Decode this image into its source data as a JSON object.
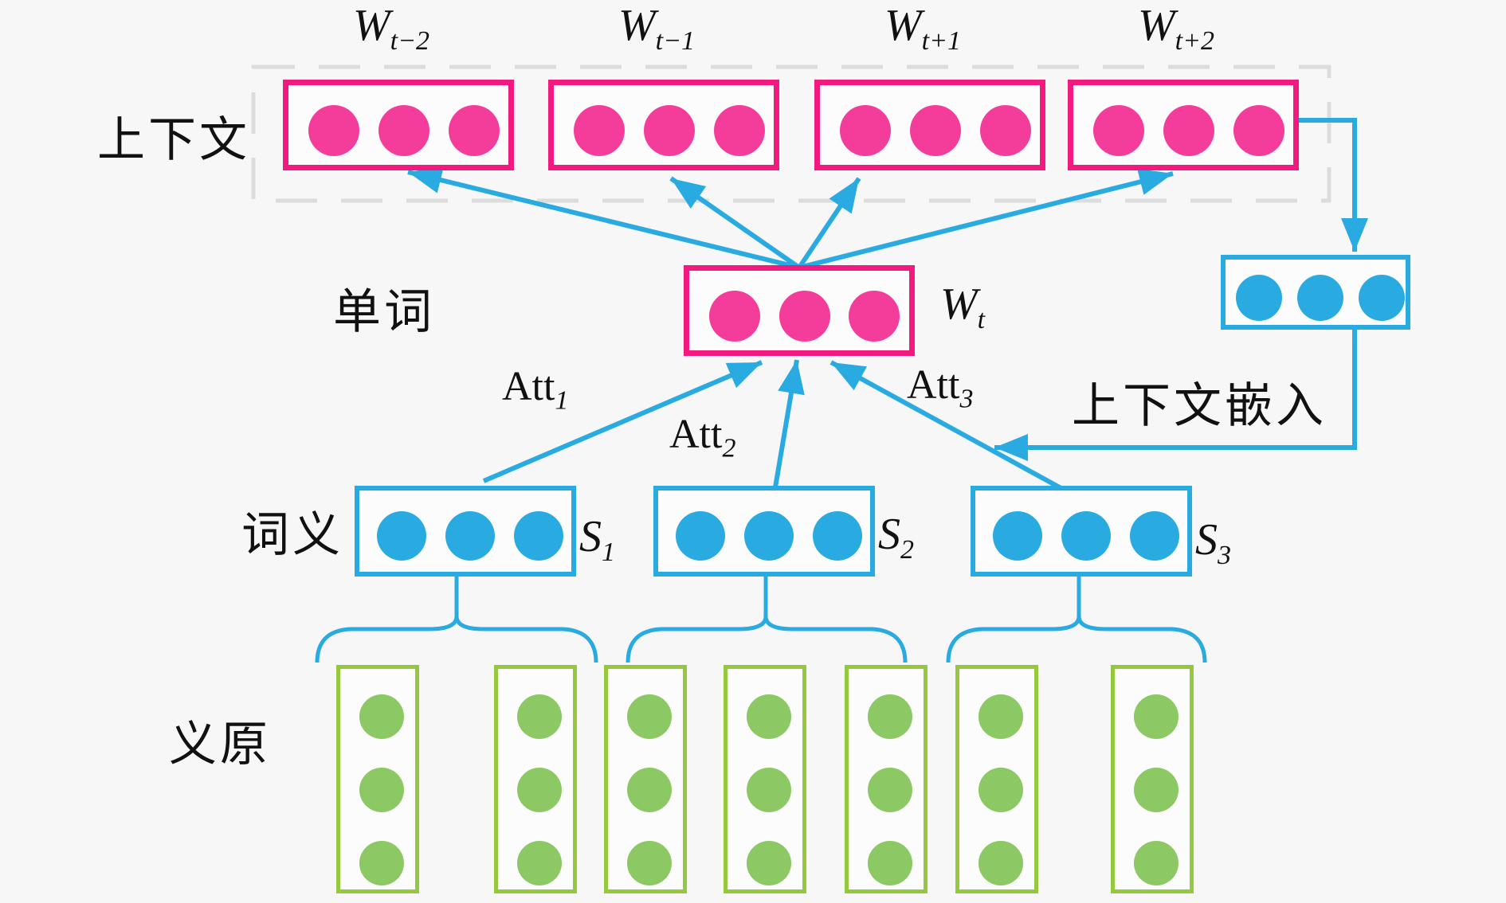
{
  "row_labels": {
    "context": "上下文",
    "word": "单词",
    "sense": "词义",
    "sememe": "义原"
  },
  "context_embedding_label": "上下文嵌入",
  "context_words": [
    {
      "base": "W",
      "sub": "t−2"
    },
    {
      "base": "W",
      "sub": "t−1"
    },
    {
      "base": "W",
      "sub": "t+1"
    },
    {
      "base": "W",
      "sub": "t+2"
    }
  ],
  "center_word": {
    "base": "W",
    "sub": "t"
  },
  "senses": [
    {
      "base": "S",
      "sub": "1"
    },
    {
      "base": "S",
      "sub": "2"
    },
    {
      "base": "S",
      "sub": "3"
    }
  ],
  "attentions": [
    {
      "base": "Att",
      "sub": "1"
    },
    {
      "base": "Att",
      "sub": "2"
    },
    {
      "base": "Att",
      "sub": "3"
    }
  ],
  "structure": {
    "dots_per_vector": 3,
    "sememe_boxes": 7,
    "sememe_groups": [
      2,
      3,
      2
    ]
  },
  "colors": {
    "background": "#f7f7f7",
    "pink_border": "#f2197f",
    "pink_dot": "#f43d9b",
    "blue": "#29abe2",
    "green_border": "#94c83d",
    "green_dot": "#8cc863",
    "dashed_border": "#dcdcdc",
    "text": "#111111"
  }
}
